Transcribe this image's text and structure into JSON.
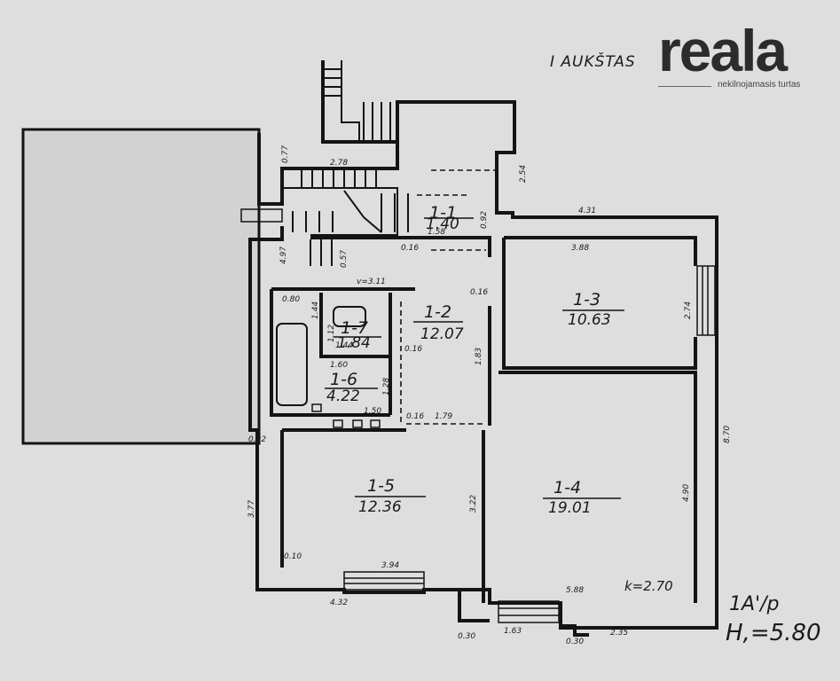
{
  "floor_label": "I AUKŠTAS",
  "brand": {
    "name": "reala",
    "tagline": "nekilnojamasis turtas"
  },
  "rooms": [
    {
      "id": "1-1",
      "area": "1.40"
    },
    {
      "id": "1-2",
      "area": "12.07"
    },
    {
      "id": "1-3",
      "area": "10.63"
    },
    {
      "id": "1-4",
      "area": "19.01"
    },
    {
      "id": "1-5",
      "area": "12.36"
    },
    {
      "id": "1-6",
      "area": "4.22"
    },
    {
      "id": "1-7",
      "area": "1.84"
    }
  ],
  "dimensions": [
    "0.77",
    "2.78",
    "2.54",
    "4.31",
    "0.92",
    "1.58",
    "0.16",
    "4.97",
    "3.88",
    "0.57",
    "v=3.11",
    "0.16",
    "0.80",
    "1.44",
    "1.12",
    "1.44",
    "0.16",
    "2.74",
    "1.83",
    "1.60",
    "1.28",
    "1.50",
    "0.16",
    "1.79",
    "0.92",
    "8.70",
    "3.77",
    "3.22",
    "4.90",
    "0.10",
    "3.94",
    "4.32",
    "5.88",
    "0.30",
    "1.63",
    "0.30",
    "2.35"
  ],
  "ceiling_height": "k=2.70",
  "marking": "1A'/p",
  "height_label": "H,=5.80"
}
